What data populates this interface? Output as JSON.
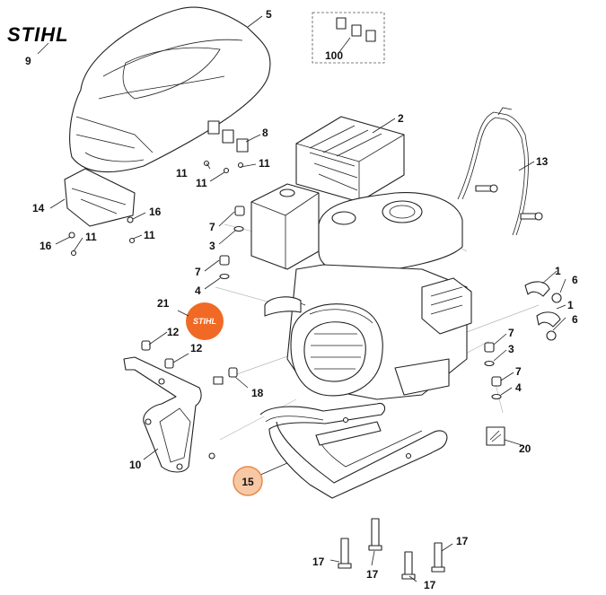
{
  "brand": {
    "name": "STIHL"
  },
  "callouts": {
    "c1a": "1",
    "c1b": "1",
    "c2": "2",
    "c3a": "3",
    "c3b": "3",
    "c4a": "4",
    "c4b": "4",
    "c5": "5",
    "c6a": "6",
    "c6b": "6",
    "c7a": "7",
    "c7b": "7",
    "c7c": "7",
    "c7d": "7",
    "c8": "8",
    "c9": "9",
    "c10": "10",
    "c11a": "11",
    "c11b": "11",
    "c11c": "11",
    "c11d": "11",
    "c11e": "11",
    "c12a": "12",
    "c12b": "12",
    "c13": "13",
    "c14": "14",
    "c15": "15",
    "c16a": "16",
    "c16b": "16",
    "c17a": "17",
    "c17b": "17",
    "c17c": "17",
    "c17d": "17",
    "c18": "18",
    "c20": "20",
    "c21": "21",
    "c100": "100"
  },
  "decal": {
    "brand": "STIHL"
  },
  "colors": {
    "decal_orange": "#f06a25",
    "highlight_fill": "#f7c8a4",
    "highlight_ring": "#e8894a",
    "line": "#222222"
  }
}
